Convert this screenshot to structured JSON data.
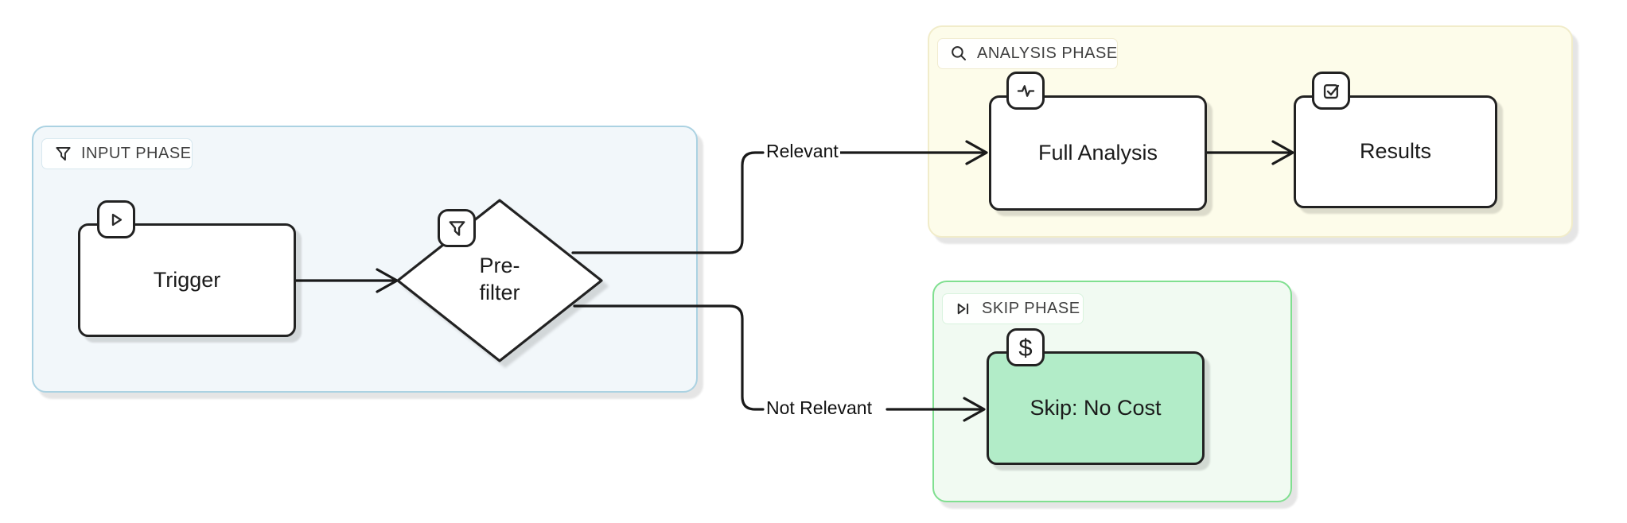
{
  "diagram": {
    "background": "#ffffff",
    "edge_color": "#1a1a1a",
    "groups": [
      {
        "id": "input-phase",
        "label": "INPUT PHASE",
        "icon": "filter-icon",
        "fill": "#f2f7fa",
        "border": "#abd2e2"
      },
      {
        "id": "analysis-phase",
        "label": "ANALYSIS PHASE",
        "icon": "search-icon",
        "fill": "#fdfcea",
        "border": "#f1ecca"
      },
      {
        "id": "skip-phase",
        "label": "SKIP PHASE",
        "icon": "skip-forward-icon",
        "fill": "#f1faf2",
        "border": "#80df90"
      }
    ],
    "nodes": [
      {
        "id": "trigger",
        "label": "Trigger",
        "shape": "rect",
        "icon": "play-icon",
        "fill": "#ffffff",
        "group": "INPUT PHASE"
      },
      {
        "id": "pre-filter",
        "label": "Pre-filter",
        "shape": "diamond",
        "icon": "filter-icon",
        "fill": "#ffffff",
        "group": "INPUT PHASE"
      },
      {
        "id": "full-analysis",
        "label": "Full Analysis",
        "shape": "rect",
        "icon": "pulse-icon",
        "fill": "#ffffff",
        "group": "ANALYSIS PHASE"
      },
      {
        "id": "results",
        "label": "Results",
        "shape": "rect",
        "icon": "checkbox-icon",
        "fill": "#ffffff",
        "group": "ANALYSIS PHASE"
      },
      {
        "id": "skip-no-cost",
        "label": "Skip: No Cost",
        "shape": "rect",
        "icon": "dollar-icon",
        "fill": "#b2ecc8",
        "group": "SKIP PHASE"
      }
    ],
    "edges": [
      {
        "from": "Trigger",
        "to": "Pre-filter",
        "label": ""
      },
      {
        "from": "Pre-filter",
        "to": "Full Analysis",
        "label": "Relevant"
      },
      {
        "from": "Full Analysis",
        "to": "Results",
        "label": ""
      },
      {
        "from": "Pre-filter",
        "to": "Skip: No Cost",
        "label": "Not Relevant"
      }
    ],
    "dollar_glyph": "$"
  }
}
